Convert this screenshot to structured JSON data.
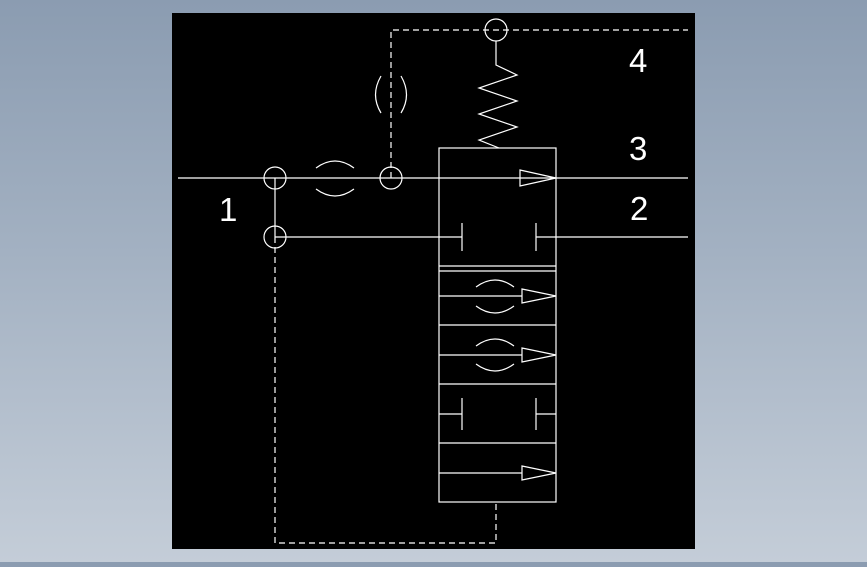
{
  "diagram": {
    "port_labels": {
      "port_1": "1",
      "port_2": "2",
      "port_3": "3",
      "port_4": "4"
    },
    "colors": {
      "background_top": "#8b9cb1",
      "background_bottom": "#c4cdd8",
      "canvas": "#000000",
      "lines": "#ffffff"
    }
  }
}
